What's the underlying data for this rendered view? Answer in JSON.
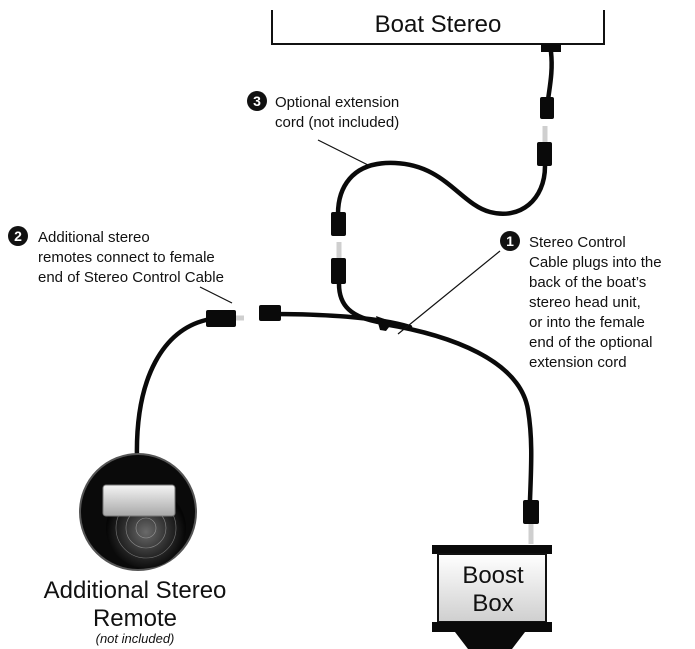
{
  "boat_stereo": {
    "label": "Boat Stereo"
  },
  "boost_box": {
    "line1": "Boost",
    "line2": "Box"
  },
  "remote": {
    "line1": "Additional Stereo",
    "line2": "Remote",
    "note": "(not included)"
  },
  "callouts": [
    {
      "number": "1",
      "lines": [
        "Stereo Control",
        "Cable plugs into the",
        "back of the boat’s",
        "stereo head unit,",
        "or into the female",
        "end of the optional",
        "extension cord"
      ]
    },
    {
      "number": "2",
      "lines": [
        "Additional stereo",
        "remotes connect to female",
        "end of Stereo Control Cable"
      ]
    },
    {
      "number": "3",
      "lines": [
        "Optional extension",
        "cord (not included)"
      ]
    }
  ]
}
